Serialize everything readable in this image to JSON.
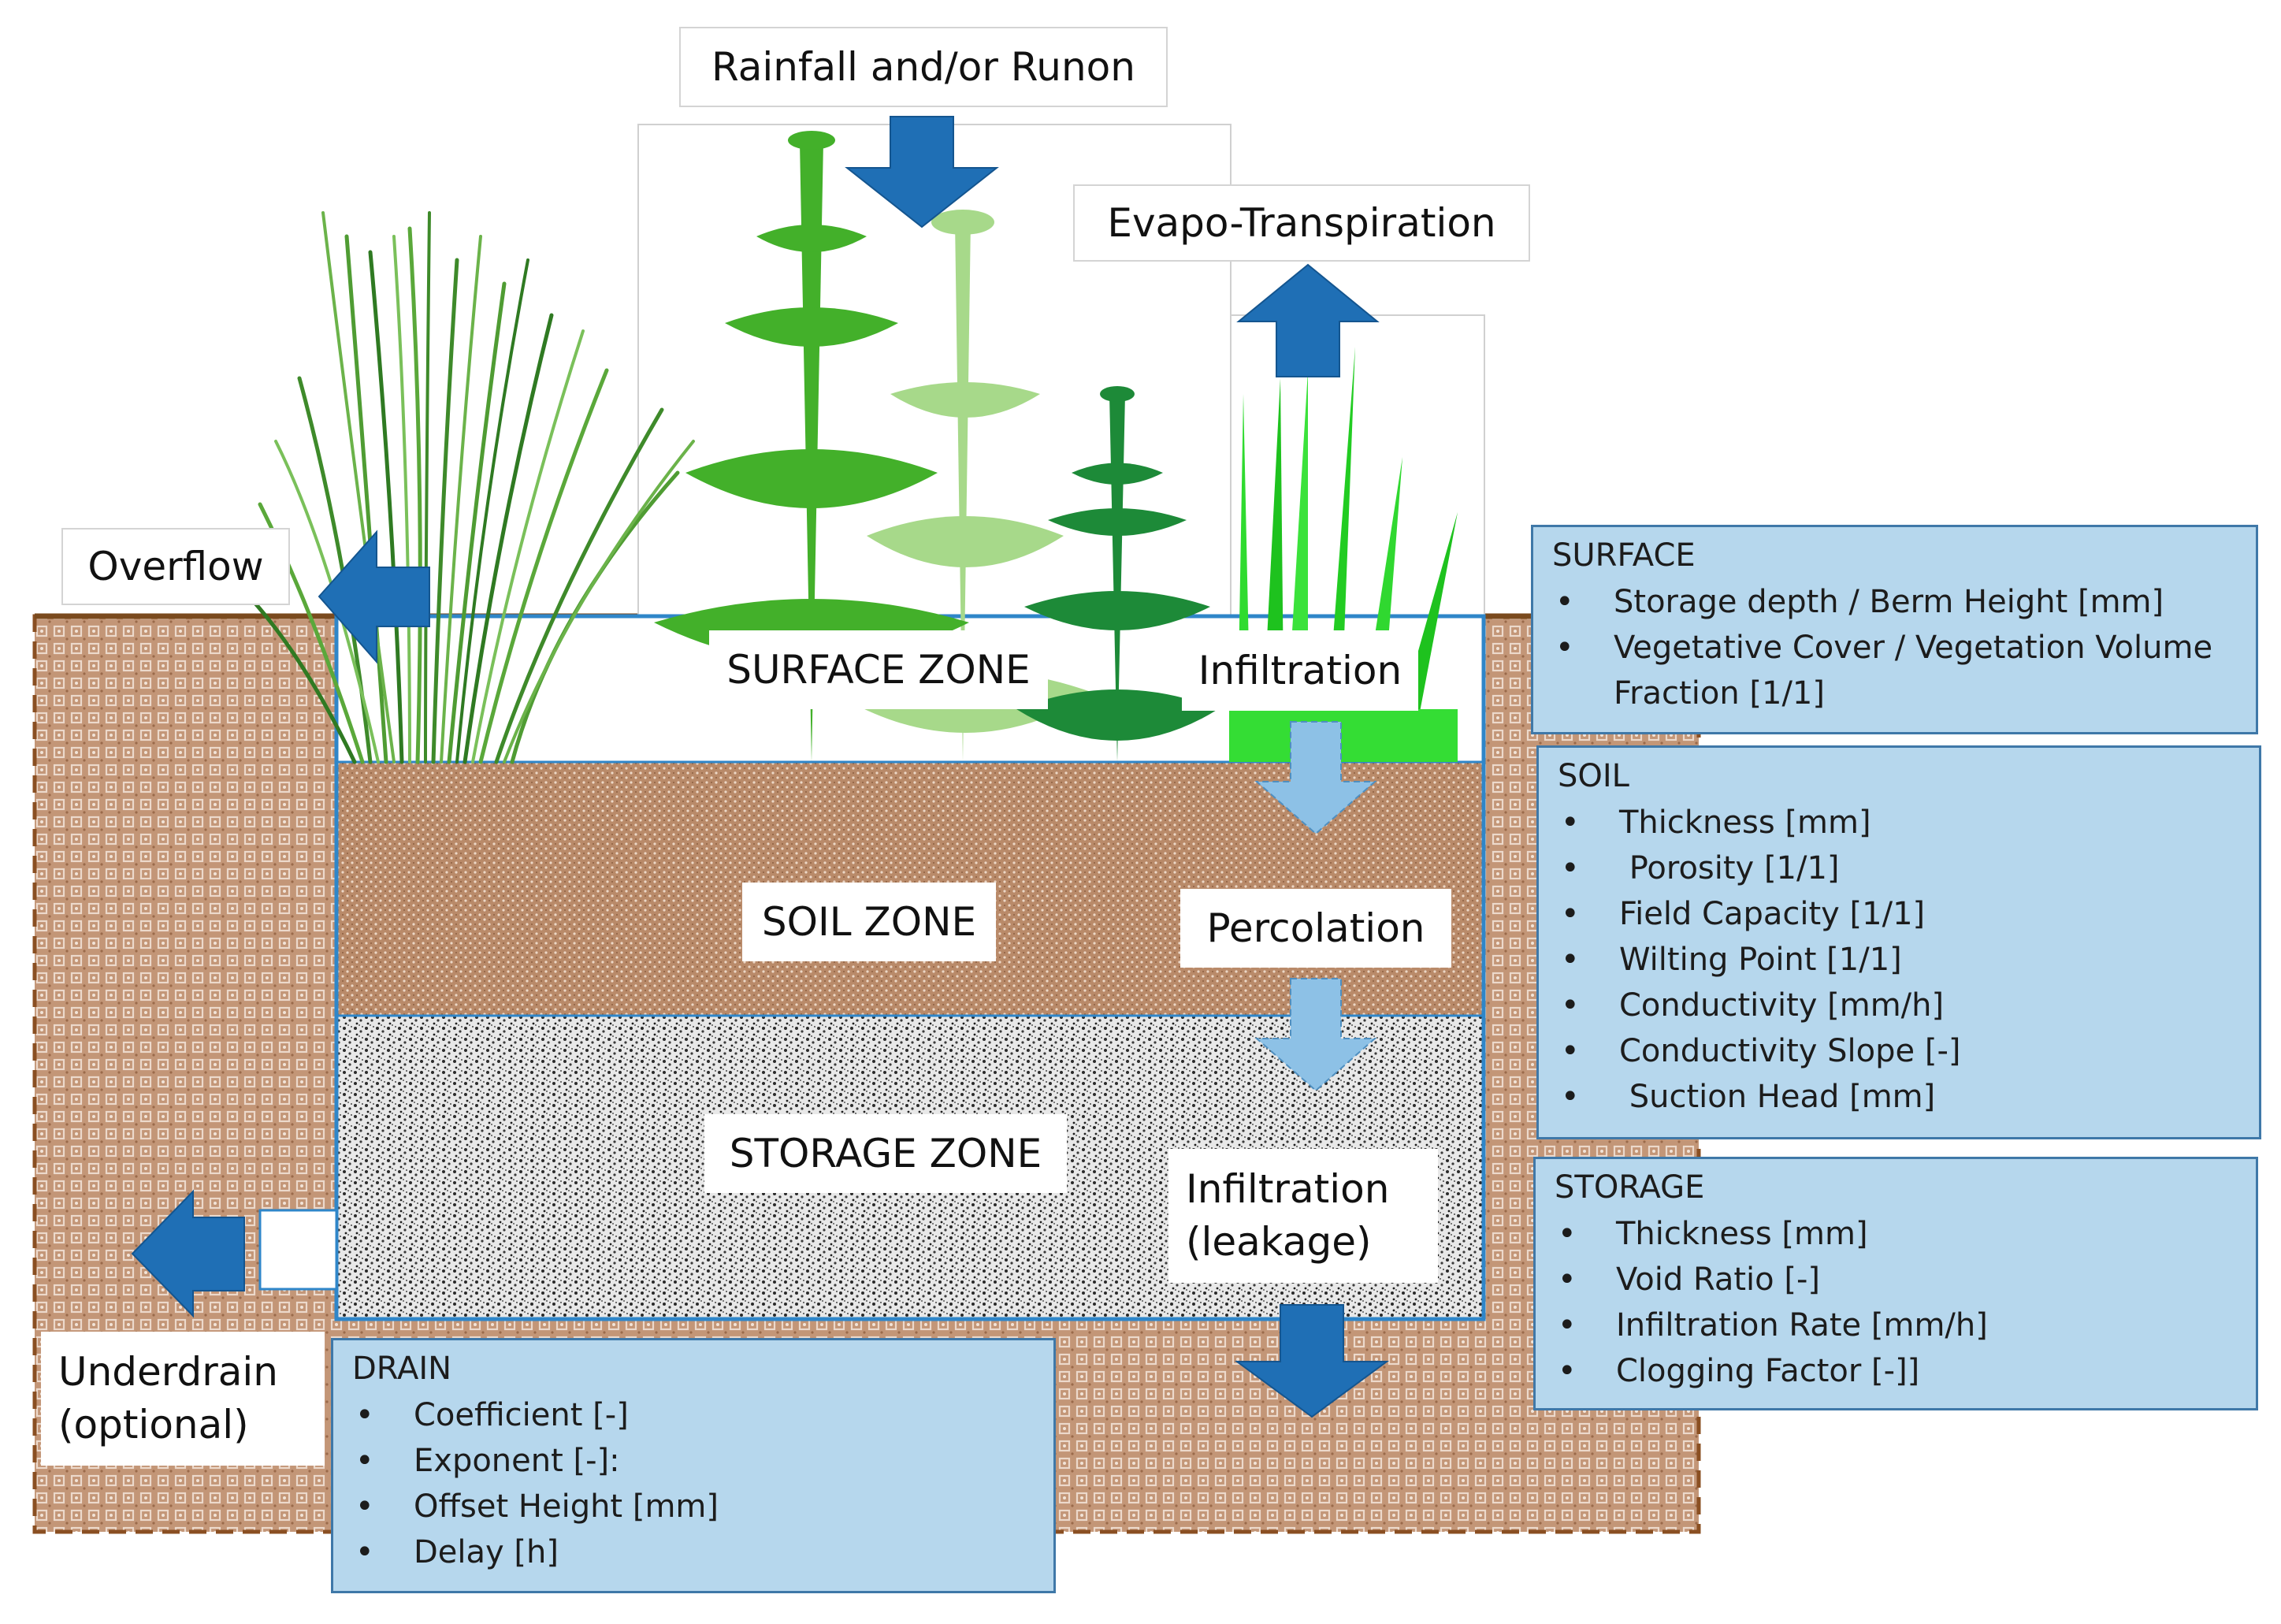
{
  "flows": {
    "rainfall": "Rainfall and/or Runon",
    "evapo": "Evapo-Transpiration",
    "overflow": "Overflow",
    "infiltration_surface": "Infiltration",
    "percolation": "Percolation",
    "infiltration_leakage_1": "Infiltration",
    "infiltration_leakage_2": "(leakage)",
    "underdrain_1": "Underdrain",
    "underdrain_2": "(optional)"
  },
  "zones": {
    "surface": "SURFACE ZONE",
    "soil": "SOIL ZONE",
    "storage": "STORAGE ZONE"
  },
  "panels": {
    "surface": {
      "title": "SURFACE",
      "items": [
        "Storage depth / Berm Height [mm]",
        "Vegetative Cover / Vegetation Volume Fraction [1/1]"
      ]
    },
    "soil": {
      "title": "SOIL",
      "items": [
        "Thickness [mm]",
        " Porosity [1/1]",
        "Field Capacity [1/1]",
        "Wilting Point [1/1]",
        "Conductivity [mm/h]",
        "Conductivity Slope [-]",
        " Suction Head [mm]"
      ]
    },
    "storage": {
      "title": "STORAGE",
      "items": [
        "Thickness [mm]",
        "Void Ratio [-]",
        "Infiltration Rate [mm/h]",
        "Clogging Factor [-]]"
      ]
    },
    "drain": {
      "title": "DRAIN",
      "items": [
        "Coefficient [-]",
        "Exponent [-]:",
        "Offset Height [mm]",
        "Delay [h]"
      ]
    }
  },
  "colors": {
    "arrow_dark": "#1f6fb5",
    "arrow_light": "#8dc1e6",
    "panel_fill": "#b6d7ed",
    "panel_border": "#3f78a8",
    "soil_fill": "#c29574",
    "ground_line": "#7a4a1e",
    "cell_border": "#2f86c9"
  }
}
